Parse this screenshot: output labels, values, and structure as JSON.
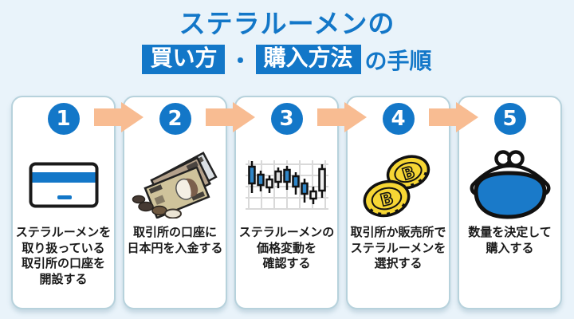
{
  "title": {
    "line1": "ステラルーメンの",
    "box1": "買い方",
    "separator": "・",
    "box2": "購入方法",
    "suffix": "の手順"
  },
  "steps": [
    {
      "number": "1",
      "icon": "credit-card-icon",
      "label": "ステラルーメンを\n取り扱っている\n取引所の口座を\n開設する"
    },
    {
      "number": "2",
      "icon": "yen-bills-icon",
      "label": "取引所の口座に\n日本円を入金する"
    },
    {
      "number": "3",
      "icon": "candlestick-chart-icon",
      "label": "ステラルーメンの\n価格変動を\n確認する"
    },
    {
      "number": "4",
      "icon": "crypto-coins-icon",
      "label": "取引所か販売所で\nステラルーメンを\n選択する"
    },
    {
      "number": "5",
      "icon": "coin-purse-icon",
      "label": "数量を決定して\n購入する"
    }
  ],
  "flow": {
    "arrow_icon": "arrow-right-icon",
    "arrow_count": 4
  },
  "colors": {
    "accent_blue": "#1377c8",
    "arrow_orange": "#f8bc92",
    "background": "#e9f3fa",
    "card_border": "#b7d2dc",
    "coin_yellow": "#f6d634",
    "purse_blue": "#1a7ac9",
    "text_black": "#1a1a1a"
  }
}
